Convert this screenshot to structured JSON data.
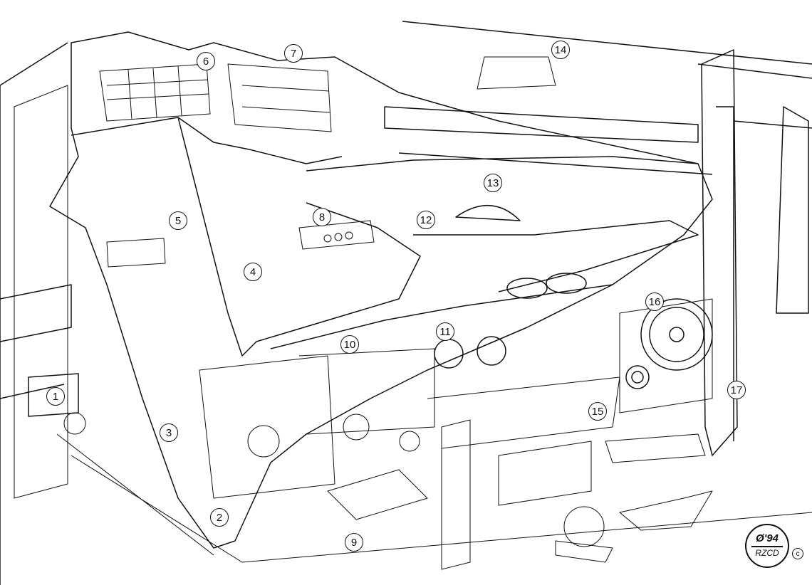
{
  "callouts": [
    "1",
    "2",
    "3",
    "4",
    "5",
    "6",
    "7",
    "8",
    "9",
    "10",
    "11",
    "12",
    "13",
    "14",
    "15",
    "16",
    "17"
  ],
  "signature": {
    "year": "Ø'94",
    "name": "RZCD",
    "copyright": "c"
  },
  "colors": {
    "ink": "#111111",
    "paper": "#ffffff"
  }
}
